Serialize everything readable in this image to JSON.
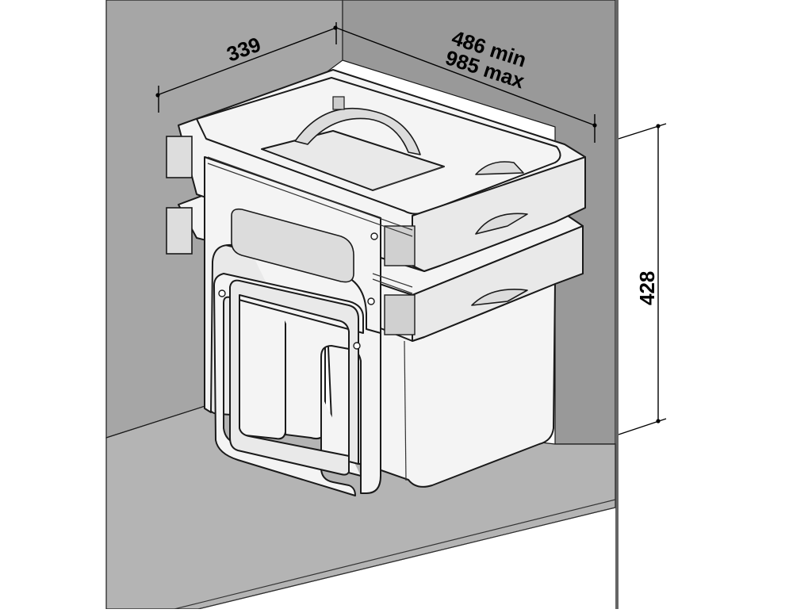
{
  "diagram": {
    "dimensions": {
      "depth_label": "339",
      "width_min_label": "486 min",
      "width_max_label": "985 max",
      "height_label": "428"
    },
    "colors": {
      "cabinet_back": "#999999",
      "cabinet_side_right": "#8f8f8f",
      "cabinet_floor": "#b4b4b4",
      "cabinet_left_wall": "#aaaaaa",
      "unit_body": "#f4f4f4",
      "outline": "#1a1a1a"
    }
  }
}
